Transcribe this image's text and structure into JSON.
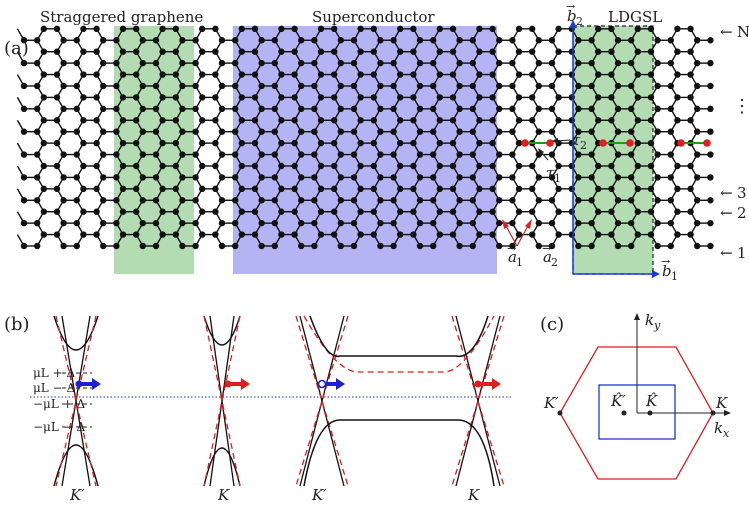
{
  "panel_a": {
    "tag": "(a)",
    "region_labels": {
      "staggered": "Straggered graphene",
      "superconductor": "Superconductor",
      "ldgsl": "LDGSL"
    },
    "colors": {
      "green_band": "#b3dcb3",
      "blue_band": "#b4b4f5",
      "dimer": "#e01e1e",
      "bond": "#1e9a1e",
      "axis": "#1a3bd6",
      "vector": "#d62222"
    },
    "row_labels": [
      "N",
      "3",
      "2",
      "1"
    ],
    "arrow_glyph": "←",
    "ellipsis": "⋮",
    "vectors": {
      "b1": "b",
      "b1_sub": "1",
      "b2": "b",
      "b2_sub": "2",
      "a1": "a",
      "a1_sub": "1",
      "a2": "a",
      "a2_sub": "2",
      "tau1": "τ",
      "tau1_sub": "1",
      "tau2": "τ",
      "tau2_sub": "2",
      "vec_mark": "→"
    }
  },
  "panel_b": {
    "tag": "(b)",
    "energy_labels": [
      "μL + Δ",
      "μL − Δ",
      "−μL + Δ",
      "−μL − Δ"
    ],
    "k_labels": [
      "K′",
      "K",
      "K′",
      "K"
    ],
    "colors": {
      "filled": "#1e1ed6",
      "red": "#e01e1e",
      "fermi": "#2233cc"
    }
  },
  "panel_c": {
    "tag": "(c)",
    "axis_x": "k",
    "axis_x_sub": "x",
    "axis_y": "k",
    "axis_y_sub": "y",
    "points": {
      "Kp": "K′",
      "K": "K",
      "Khat_p": "K̂′",
      "Khat": "K̂"
    },
    "colors": {
      "hexagon": "#e01e1e",
      "box": "#1a3bd6"
    }
  }
}
